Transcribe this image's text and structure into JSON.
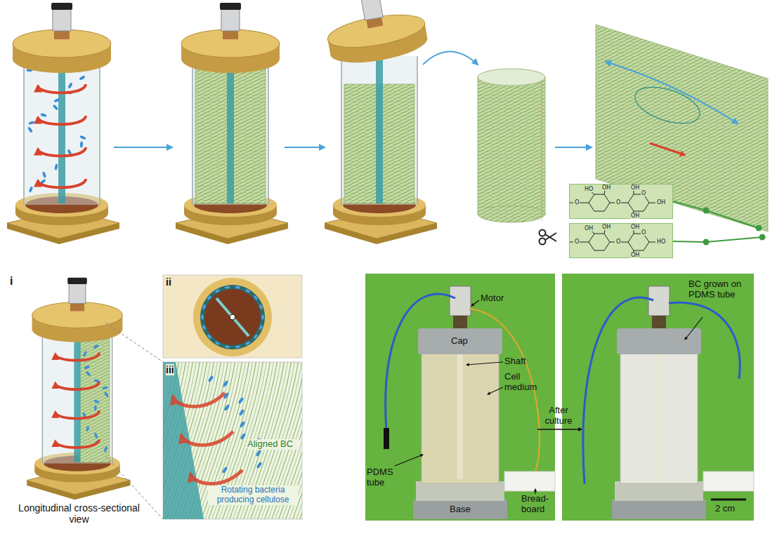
{
  "diagram": {
    "nodes": [
      {
        "text": [
          "O",
          "HO",
          "OH",
          "O",
          "OH",
          "O",
          "OH",
          "OH"
        ]
      },
      {
        "text": [
          "O",
          "OH",
          "OH",
          "O",
          "OH",
          "O",
          "HO",
          "OH"
        ]
      }
    ],
    "labels": [
      "i",
      "ii",
      "iii",
      "Longitudinal cross-sectional view",
      "Aligned BC",
      "Rotating bacteria producing cellulose",
      "Motor",
      "Cap",
      "Shaft",
      "Cell medium",
      "PDMS tube",
      "Base",
      "Bread-board",
      "After culture",
      "BC grown on PDMS tube",
      "2 cm"
    ]
  }
}
